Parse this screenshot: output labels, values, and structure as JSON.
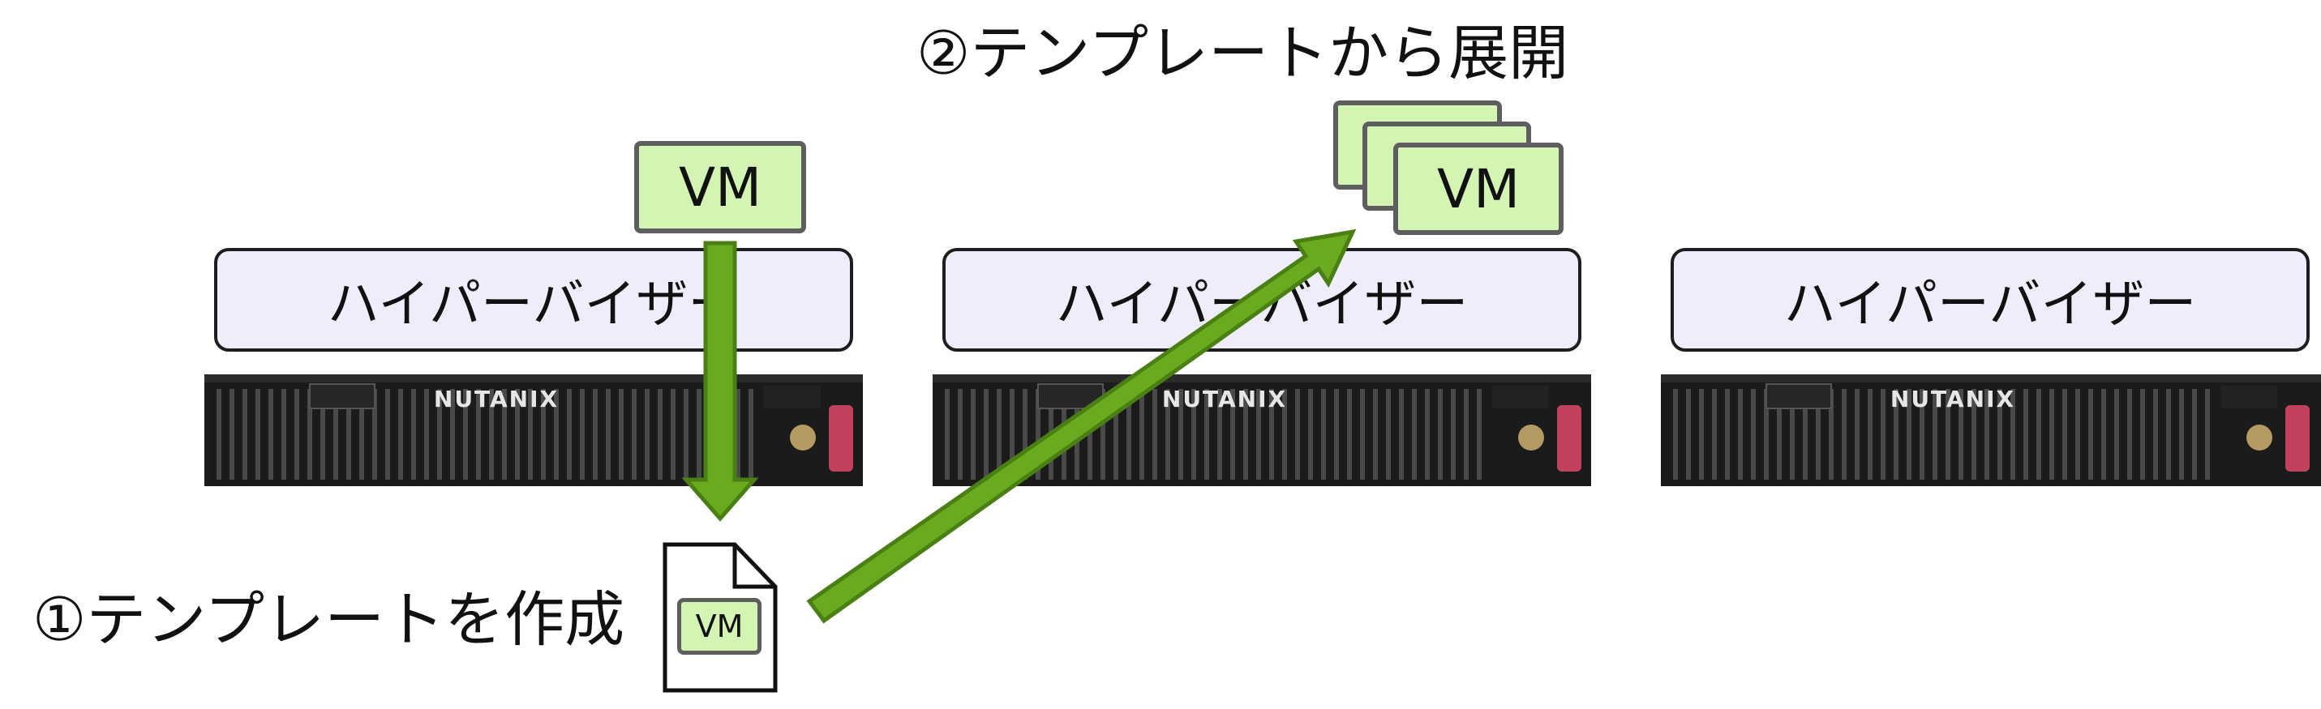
{
  "labels": {
    "step1": "①テンプレートを作成",
    "step2": "②テンプレートから展開"
  },
  "hypervisors": [
    "ハイパーバイザー",
    "ハイパーバイザー",
    "ハイパーバイザー"
  ],
  "servers": [
    {
      "brand": "NUTANIX"
    },
    {
      "brand": "NUTANIX"
    },
    {
      "brand": "NUTANIX"
    }
  ],
  "vm": {
    "source": "VM",
    "template": "VM",
    "deployed": "VM"
  },
  "colors": {
    "arrow": "#6aaa1e",
    "arrow_border": "#4a7f14",
    "vm_fill": "#d3f4b3",
    "vm_border": "#5e5e5e",
    "hypervisor_fill": "#efedfc",
    "server_body": "#1b1b1b",
    "latch": "#c2425b"
  }
}
